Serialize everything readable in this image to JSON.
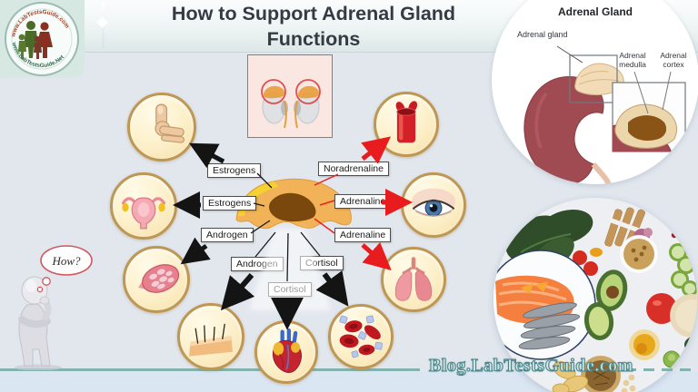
{
  "title": "How to Support Adrenal Gland Functions",
  "logo": {
    "arc_top": "www.LabTestsGuide.com",
    "arc_bottom": "www.LabTestsGuide.Net"
  },
  "anatomy": {
    "panel_title": "Adrenal Gland",
    "gland_label": "Adrenal gland",
    "medulla_label": "Adrenal medulla",
    "cortex_label": "Adrenal cortex"
  },
  "hormones": {
    "estrogens_top": "Estrogens",
    "estrogens_mid": "Estrogens",
    "androgen_left": "Androgen",
    "androgen_bottom": "Androgen",
    "cortisol_mid": "Cortisol",
    "cortisol_right": "Cortisol",
    "noradrenaline": "Noradrenaline",
    "adrenaline_mid": "Adrenaline",
    "adrenaline_bottom": "Adrenaline"
  },
  "question": {
    "text": "How?"
  },
  "footer": {
    "site": "Blog.LabTestsGuide.com"
  },
  "colors": {
    "background": "#e2e7ee",
    "accent_teal": "#84b2ae",
    "arrow_black": "#141414",
    "arrow_red": "#e81c1f",
    "circle_border": "#bf9754",
    "circle_fill": "#fdf1cd",
    "title_text": "#343b44",
    "gland_body": "#f2b358",
    "gland_medulla": "#7a470d"
  }
}
